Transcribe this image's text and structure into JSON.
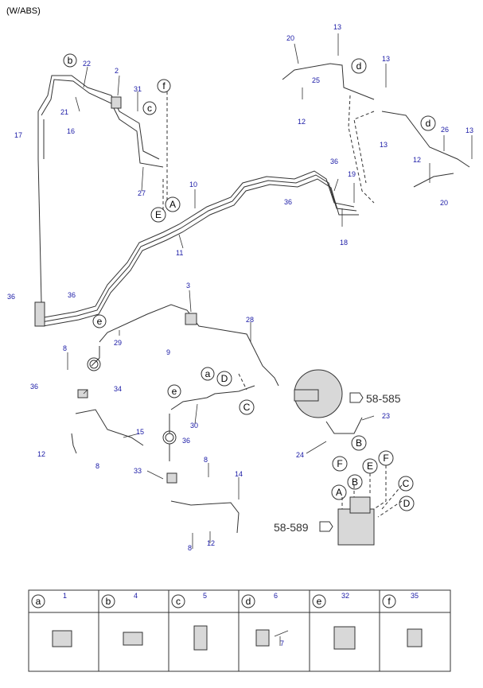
{
  "header": {
    "variant": "(W/ABS)"
  },
  "refs": {
    "ref_a": "58-585",
    "ref_b": "58-589"
  },
  "callouts": {
    "n1": "20",
    "n2": "13",
    "n3": "13",
    "n4": "25",
    "n5": "12",
    "n6": "13",
    "n7": "26",
    "n8": "13",
    "n9": "12",
    "n10": "20",
    "n11": "2",
    "n12": "22",
    "n13": "21",
    "n14": "31",
    "n15": "17",
    "n16": "16",
    "n17": "27",
    "n18": "10",
    "n19": "36",
    "n20": "19",
    "n21": "36",
    "n22": "18",
    "n23": "11",
    "n24": "36",
    "n25": "36",
    "n26": "3",
    "n27": "9",
    "n28": "28",
    "n29": "29",
    "n30": "8",
    "n31": "36",
    "n32": "34",
    "n33": "30",
    "n34": "36",
    "n35": "15",
    "n36": "12",
    "n37": "8",
    "n38": "33",
    "n39": "8",
    "n40": "14",
    "n41": "8",
    "n42": "12",
    "n43": "23",
    "n44": "24"
  },
  "letters": {
    "b1": "b",
    "f1": "f",
    "c1": "c",
    "d1": "d",
    "d2": "d",
    "E1": "E",
    "A1": "A",
    "e1": "e",
    "a1": "a",
    "D1": "D",
    "C1": "C",
    "e2": "e",
    "B1": "B",
    "F1": "F",
    "E2": "E",
    "F2": "F",
    "A2": "A",
    "B2": "B",
    "C2": "C",
    "D2": "D"
  },
  "table": [
    {
      "letter": "a",
      "num": "1"
    },
    {
      "letter": "b",
      "num": "4"
    },
    {
      "letter": "c",
      "num": "5"
    },
    {
      "letter": "d",
      "num": "6",
      "sub": "7"
    },
    {
      "letter": "e",
      "num": "32"
    },
    {
      "letter": "f",
      "num": "35"
    }
  ]
}
